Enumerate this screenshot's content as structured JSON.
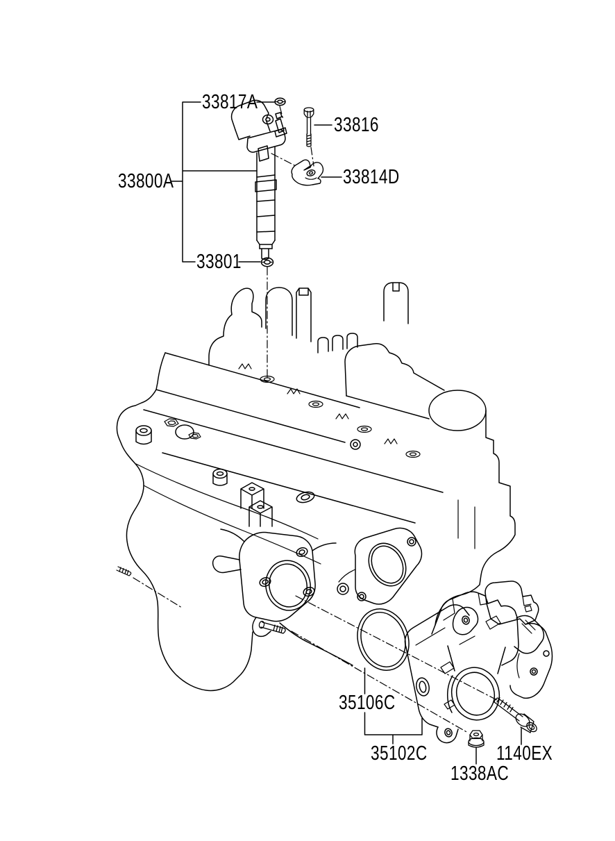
{
  "diagram": {
    "background_color": "#ffffff",
    "line_color": "#000000",
    "type": "exploded-parts-diagram",
    "labels": {
      "l33817a": "33817A",
      "l33816": "33816",
      "l33800a": "33800A",
      "l33814d": "33814D",
      "l33801": "33801",
      "l35106c": "35106C",
      "l35102c": "35102C",
      "l1338ac": "1338AC",
      "l1140ex": "1140EX"
    }
  }
}
